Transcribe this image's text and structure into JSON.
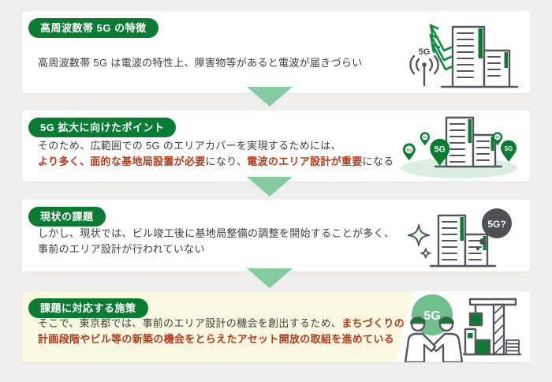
{
  "title": "高周波数帯5Gエリア設計フロー図",
  "colors": {
    "page_bg": "#efeeec",
    "card_bg": "#ffffff",
    "highlight_card_bg": "#fbf8e1",
    "badge_green": "#097c33",
    "flow_arrow_green": "#85cba0",
    "emphasis_red": "#b53a1b",
    "body_text": "#3f3f3f",
    "outline_gray": "#54585c",
    "illustration_green": "#0b7d33",
    "mint_green_circle": "#6fc08d",
    "pale_green_ground": "#dceee2",
    "bubble_gray": "#4d5156"
  },
  "flow": {
    "arrow_icon": "triangle-down-arrow",
    "arrow_count": 3
  },
  "sections": [
    {
      "badge": "高周波数帯 5G の特徴",
      "lines": [
        [
          {
            "t": "高周波数帯 5G は電波の特性上、障害物等があると電波が届きづらい",
            "em": false
          }
        ]
      ],
      "illustration": {
        "name": "5g-antenna-waves-blocked-by-buildings",
        "label": "5G"
      }
    },
    {
      "badge": "5G 拡大に向けたポイント",
      "lines": [
        [
          {
            "t": "そのため、広範囲での 5G のエリアカバーを実現するためには、",
            "em": false
          }
        ],
        [
          {
            "t": "より多く、面的な基地局設置が必要",
            "em": true
          },
          {
            "t": "になり、",
            "em": false
          },
          {
            "t": "電波のエリア設計が重要",
            "em": true
          },
          {
            "t": "になる",
            "em": false
          }
        ]
      ],
      "illustration": {
        "name": "5g-basestation-map-pins-around-buildings",
        "label": "5G"
      }
    },
    {
      "badge": "現状の課題",
      "lines": [
        [
          {
            "t": "しかし、現状では、ビル竣工後に基地局整備の調整を開始することが多く、",
            "em": false
          }
        ],
        [
          {
            "t": "事前のエリア設計が行われていない",
            "em": false
          }
        ]
      ],
      "illustration": {
        "name": "completed-building-5g-question-bubble",
        "label": "5G?"
      }
    },
    {
      "badge": "課題に対応する施策",
      "lines": [
        [
          {
            "t": "そこで、東京都では、事前のエリア設計の機会を創出するため、",
            "em": false
          },
          {
            "t": "まちづくりの",
            "em": true
          }
        ],
        [
          {
            "t": "計画段階やビル等の新築の機会をとらえたアセット開放の取組を進めている",
            "em": true
          }
        ]
      ],
      "illustration": {
        "name": "construction-workers-handshake-with-crane",
        "label": "5G"
      }
    }
  ]
}
